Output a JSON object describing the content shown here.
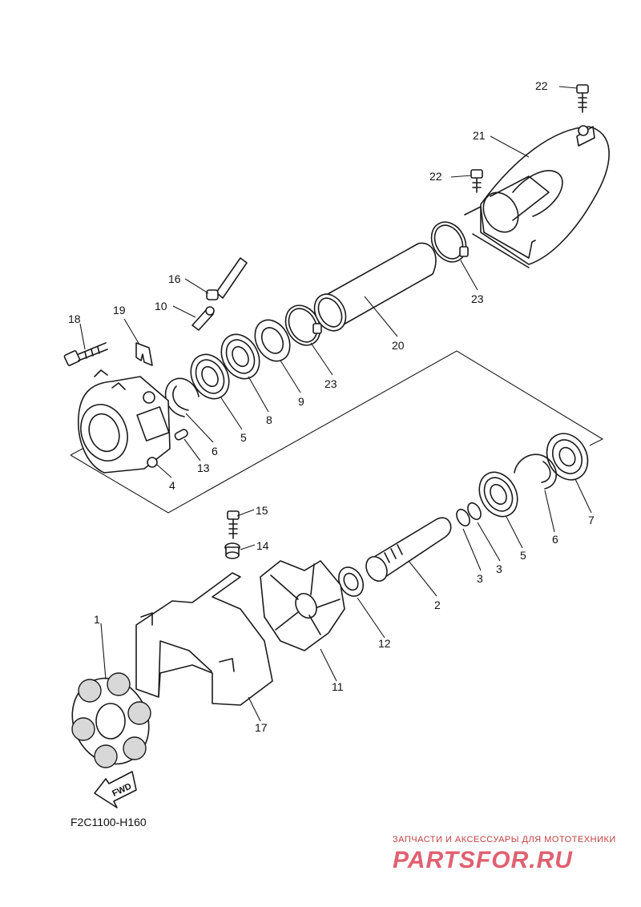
{
  "labels": [
    "1",
    "2",
    "3",
    "3",
    "4",
    "5",
    "5",
    "6",
    "6",
    "7",
    "8",
    "9",
    "10",
    "11",
    "12",
    "13",
    "14",
    "15",
    "16",
    "17",
    "18",
    "19",
    "20",
    "21",
    "22",
    "22",
    "23",
    "23"
  ],
  "fwd_text": "FWD",
  "figure_code": "F2C1100-H160",
  "watermark": {
    "tagline": "ЗАПЧАСТИ И АКСЕССУАРЫ ДЛЯ МОТОТЕХНИКИ",
    "site": "PARTSFOR.RU"
  }
}
